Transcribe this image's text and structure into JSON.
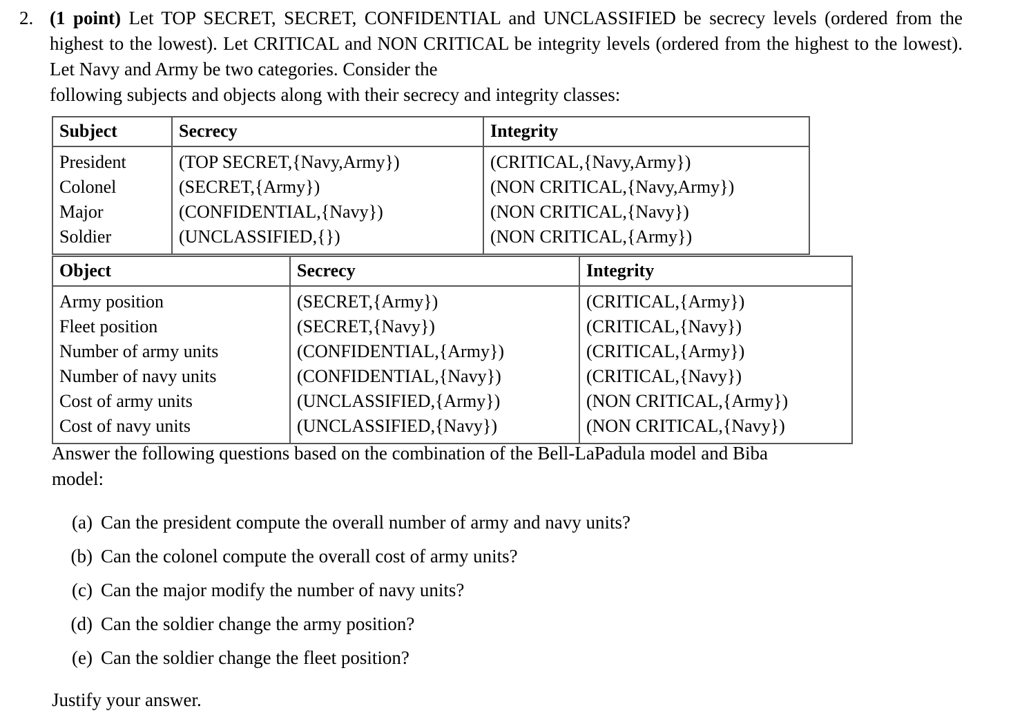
{
  "problem": {
    "number": "2.",
    "points_label": "(1 point)",
    "statement_part1": " Let TOP SECRET, SECRET, CONFIDENTIAL and UNCLASSIFIED be secrecy levels (ordered from the highest to the lowest). Let CRITICAL and NON CRITICAL be integrity levels (ordered from the highest to the lowest). Let Navy and Army be two categories. Consider the",
    "statement_part2": "following subjects and objects along with their secrecy and integrity classes:"
  },
  "subject_table": {
    "headers": [
      "Subject",
      "Secrecy",
      "Integrity"
    ],
    "rows": [
      {
        "subject": "President",
        "secrecy": "(TOP SECRET,{Navy,Army})",
        "integrity": "(CRITICAL,{Navy,Army})"
      },
      {
        "subject": "Colonel",
        "secrecy": "(SECRET,{Army})",
        "integrity": "(NON CRITICAL,{Navy,Army})"
      },
      {
        "subject": "Major",
        "secrecy": "(CONFIDENTIAL,{Navy})",
        "integrity": "(NON CRITICAL,{Navy})"
      },
      {
        "subject": "Soldier",
        "secrecy": "(UNCLASSIFIED,{})",
        "integrity": "(NON CRITICAL,{Army})"
      }
    ]
  },
  "object_table": {
    "headers": [
      "Object",
      "Secrecy",
      "Integrity"
    ],
    "rows": [
      {
        "object": "Army position",
        "secrecy": "(SECRET,{Army})",
        "integrity": "(CRITICAL,{Army})"
      },
      {
        "object": "Fleet position",
        "secrecy": "(SECRET,{Navy})",
        "integrity": "(CRITICAL,{Navy})"
      },
      {
        "object": "Number of army units",
        "secrecy": "(CONFIDENTIAL,{Army})",
        "integrity": "(CRITICAL,{Army})"
      },
      {
        "object": "Number of navy units",
        "secrecy": "(CONFIDENTIAL,{Navy})",
        "integrity": "(CRITICAL,{Navy})"
      },
      {
        "object": "Cost of army units",
        "secrecy": "(UNCLASSIFIED,{Army})",
        "integrity": "(NON CRITICAL,{Army})"
      },
      {
        "object": "Cost of navy units",
        "secrecy": "(UNCLASSIFIED,{Navy})",
        "integrity": "(NON CRITICAL,{Navy})"
      }
    ]
  },
  "answer_intro": {
    "line1": "Answer the following questions based on the combination of the Bell-LaPadula model and Biba",
    "line2": "model:"
  },
  "questions": [
    {
      "label": "(a)",
      "text": "Can the president compute the overall number of army and navy units?"
    },
    {
      "label": "(b)",
      "text": "Can the colonel compute the overall cost of army units?"
    },
    {
      "label": "(c)",
      "text": "Can the major modify the number of navy units?"
    },
    {
      "label": "(d)",
      "text": "Can the soldier change the army position?"
    },
    {
      "label": "(e)",
      "text": "Can the soldier change the fleet position?"
    }
  ],
  "closing": "Justify your answer.",
  "colors": {
    "text": "#000000",
    "background": "#ffffff",
    "rule": "#555555"
  }
}
